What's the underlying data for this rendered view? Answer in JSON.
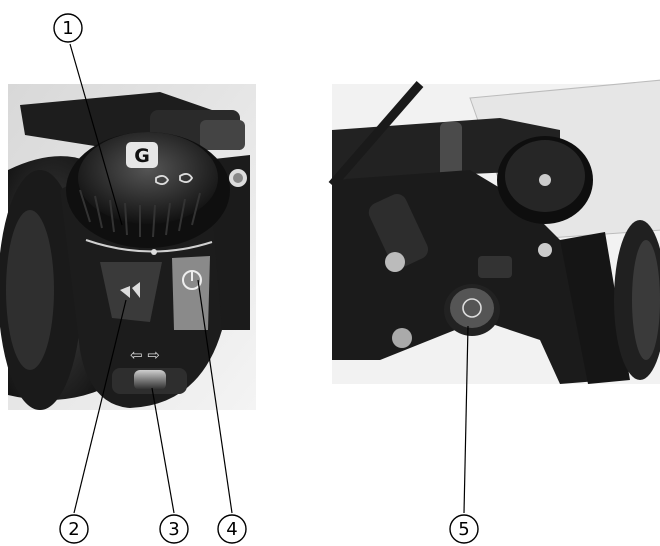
{
  "callouts": [
    {
      "id": "1",
      "label": "1"
    },
    {
      "id": "2",
      "label": "2"
    },
    {
      "id": "3",
      "label": "3"
    },
    {
      "id": "4",
      "label": "4"
    },
    {
      "id": "5",
      "label": "5"
    }
  ],
  "photos": {
    "left": {
      "icon": "left-handlebar-switch-photo"
    },
    "right": {
      "icon": "right-handlebar-switch-photo"
    }
  },
  "colors": {
    "ink": "#000000",
    "paper": "#ffffff"
  }
}
